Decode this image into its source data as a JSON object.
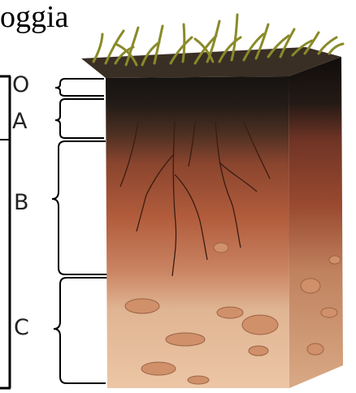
{
  "title_fragment": "oggia",
  "horizons": [
    {
      "label": "O"
    },
    {
      "label": "A"
    },
    {
      "label": "B"
    },
    {
      "label": "C"
    }
  ],
  "colors": {
    "grass": "#8a8a2a",
    "humus": "#1f1a16",
    "topsoil": "#4a2f22",
    "subsoil": "#a8583a",
    "parent": "#e3b591",
    "rock": "#cf906a"
  }
}
